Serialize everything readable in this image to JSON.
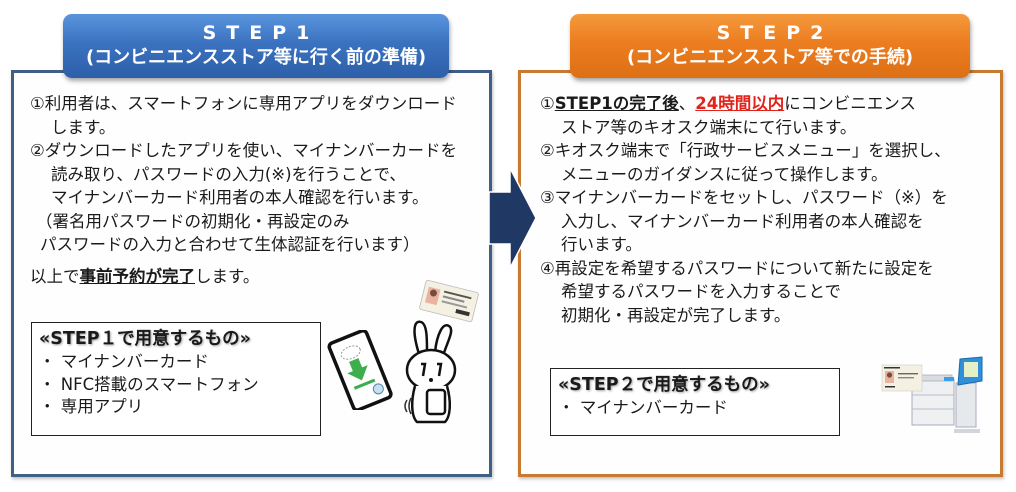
{
  "step1": {
    "header": {
      "step": "STEP1",
      "subtitle": "(コンビニエンスストア等に行く前の準備)",
      "color": "#3b72c0"
    },
    "items": [
      {
        "lines": [
          "①利用者は、スマートフォンに専用アプリをダウンロード",
          "します。"
        ]
      },
      {
        "lines": [
          "②ダウンロードしたアプリを使い、マイナンバーカードを",
          "読み取り、パスワードの入力(※)を行うことで、",
          "マイナンバーカード利用者の本人確認を行います。"
        ]
      },
      {
        "lines": [
          "（署名用パスワードの初期化・再設定のみ",
          "パスワードの入力と合わせて生体認証を行います）"
        ]
      }
    ],
    "completion": {
      "prefix": "以上で",
      "emphasis": "事前予約が完了",
      "suffix": "します。"
    },
    "need_box": {
      "title": "«STEP１で用意するもの»",
      "items": [
        "・ マイナンバーカード",
        "・ NFC搭載のスマートフォン",
        "・ 専用アプリ"
      ]
    },
    "illustration": {
      "card": "mynumber-card-icon",
      "phone": "smartphone-download-icon",
      "mascot": "rabbit-mascot-icon"
    },
    "border_color": "#3f5f86"
  },
  "arrow": {
    "icon": "right-arrow-icon",
    "color": "#1f3864"
  },
  "step2": {
    "header": {
      "step": "STEP2",
      "subtitle": "(コンビニエンスストア等での手続)",
      "color": "#ec7d20"
    },
    "item1": {
      "num": "①",
      "bold": "STEP1の完了後",
      "sep": "、",
      "red": "24時間以内",
      "rest": "にコンビニエンス",
      "line2": "ストア等のキオスク端末にて行います。"
    },
    "items": [
      {
        "lines": [
          "②キオスク端末で「行政サービスメニュー」を選択し、",
          "メニューのガイダンスに従って操作します。"
        ]
      },
      {
        "lines": [
          "③マイナンバーカードをセットし、パスワード（※）を",
          "入力し、マイナンバーカード利用者の本人確認を",
          "行います。"
        ]
      },
      {
        "lines": [
          "④再設定を希望するパスワードについて新たに設定を",
          "希望するパスワードを入力することで",
          "初期化・再設定が完了します。"
        ]
      }
    ],
    "need_box": {
      "title": "«STEP２で用意するもの»",
      "items": [
        "・ マイナンバーカード"
      ]
    },
    "illustration": {
      "card": "mynumber-card-icon",
      "kiosk": "kiosk-terminal-icon"
    },
    "border_color": "#c87a30",
    "accent_red": "#e2231a"
  }
}
